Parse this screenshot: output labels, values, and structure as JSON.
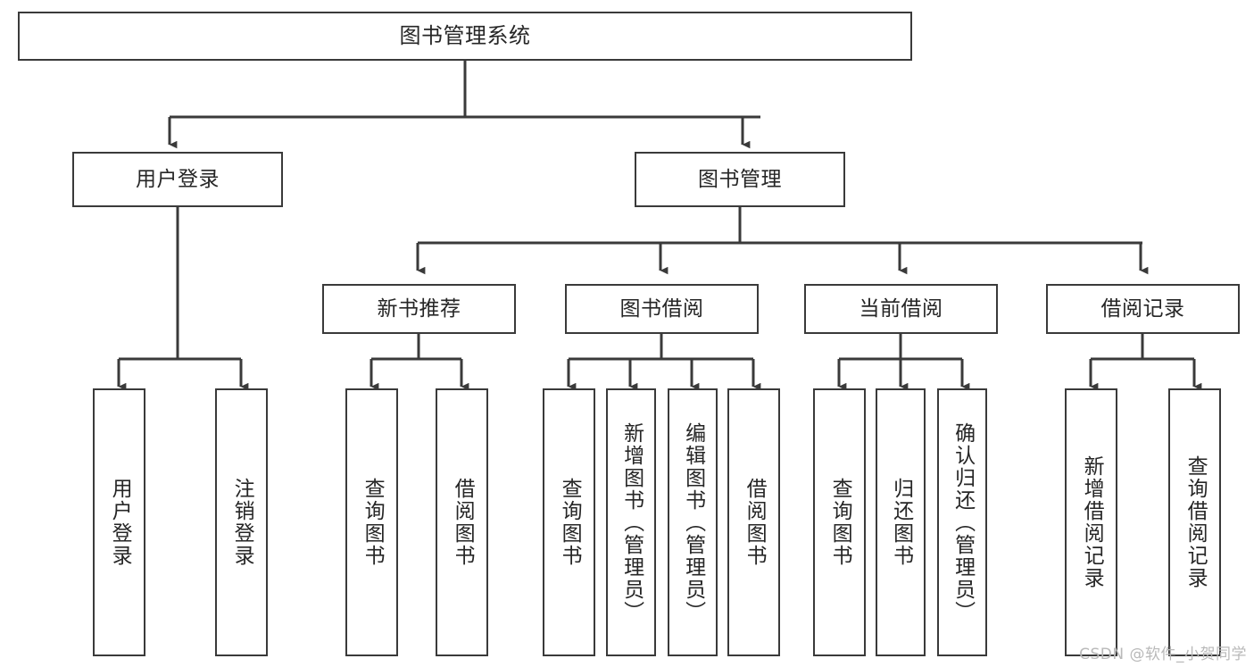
{
  "diagram": {
    "title": "图书管理系统",
    "type": "tree",
    "colors": {
      "box_border": "#3a3a3a",
      "box_fill": "#ffffff",
      "edge": "#3a3a3a",
      "text": "#262626",
      "watermark": "#b9b9b9",
      "background": "#ffffff"
    },
    "watermark": "CSDN @软件_小贺同学",
    "nodes": {
      "root": {
        "label": "图书管理系统"
      },
      "level2": [
        {
          "id": "user-login",
          "label": "用户登录"
        },
        {
          "id": "book-manage",
          "label": "图书管理"
        }
      ],
      "level3": [
        {
          "id": "new-book-recommend",
          "label": "新书推荐"
        },
        {
          "id": "book-borrow",
          "label": "图书借阅"
        },
        {
          "id": "current-borrow",
          "label": "当前借阅"
        },
        {
          "id": "borrow-record",
          "label": "借阅记录"
        }
      ],
      "level4": [
        {
          "id": "leaf-user-login",
          "label": "用户登录",
          "parent": "user-login"
        },
        {
          "id": "leaf-logout",
          "label": "注销登录",
          "parent": "user-login"
        },
        {
          "id": "leaf-query-book-1",
          "label": "查询图书",
          "parent": "new-book-recommend"
        },
        {
          "id": "leaf-borrow-book-1",
          "label": "借阅图书",
          "parent": "new-book-recommend"
        },
        {
          "id": "leaf-query-book-2",
          "label": "查询图书",
          "parent": "book-borrow"
        },
        {
          "id": "leaf-add-book",
          "label": "新增图书（管理员）",
          "parent": "book-borrow"
        },
        {
          "id": "leaf-edit-book",
          "label": "编辑图书（管理员）",
          "parent": "book-borrow"
        },
        {
          "id": "leaf-borrow-book-2",
          "label": "借阅图书",
          "parent": "book-borrow"
        },
        {
          "id": "leaf-query-book-3",
          "label": "查询图书",
          "parent": "current-borrow"
        },
        {
          "id": "leaf-return-book",
          "label": "归还图书",
          "parent": "current-borrow"
        },
        {
          "id": "leaf-confirm-return",
          "label": "确认归还（管理员）",
          "parent": "current-borrow"
        },
        {
          "id": "leaf-add-record",
          "label": "新增借阅记录",
          "parent": "borrow-record"
        },
        {
          "id": "leaf-query-record",
          "label": "查询借阅记录",
          "parent": "borrow-record"
        }
      ]
    }
  }
}
